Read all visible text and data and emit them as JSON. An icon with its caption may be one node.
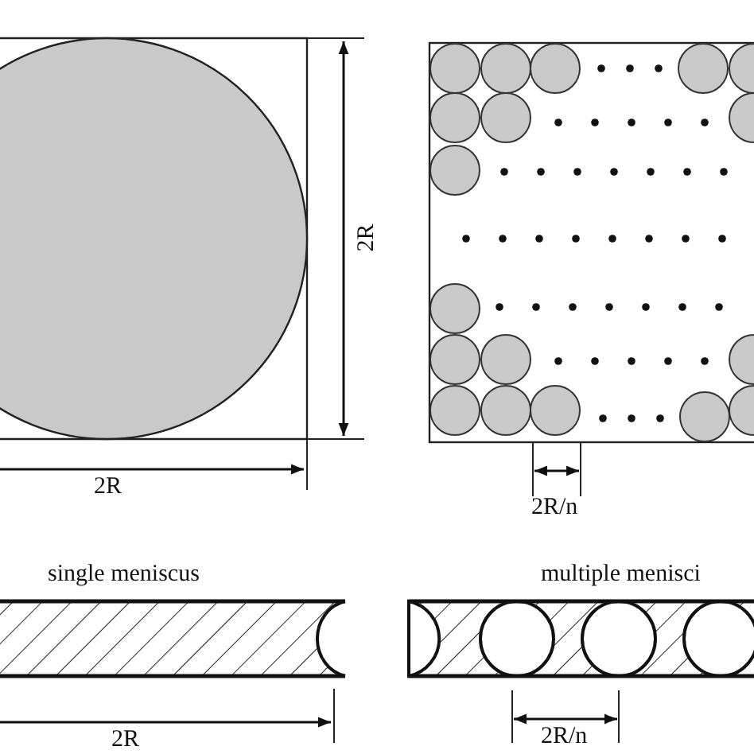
{
  "diagram": {
    "labels": [
      "2R",
      "2R",
      "2R/n",
      "single meniscus",
      "multiple menisci",
      "2R",
      "2R/n"
    ]
  }
}
